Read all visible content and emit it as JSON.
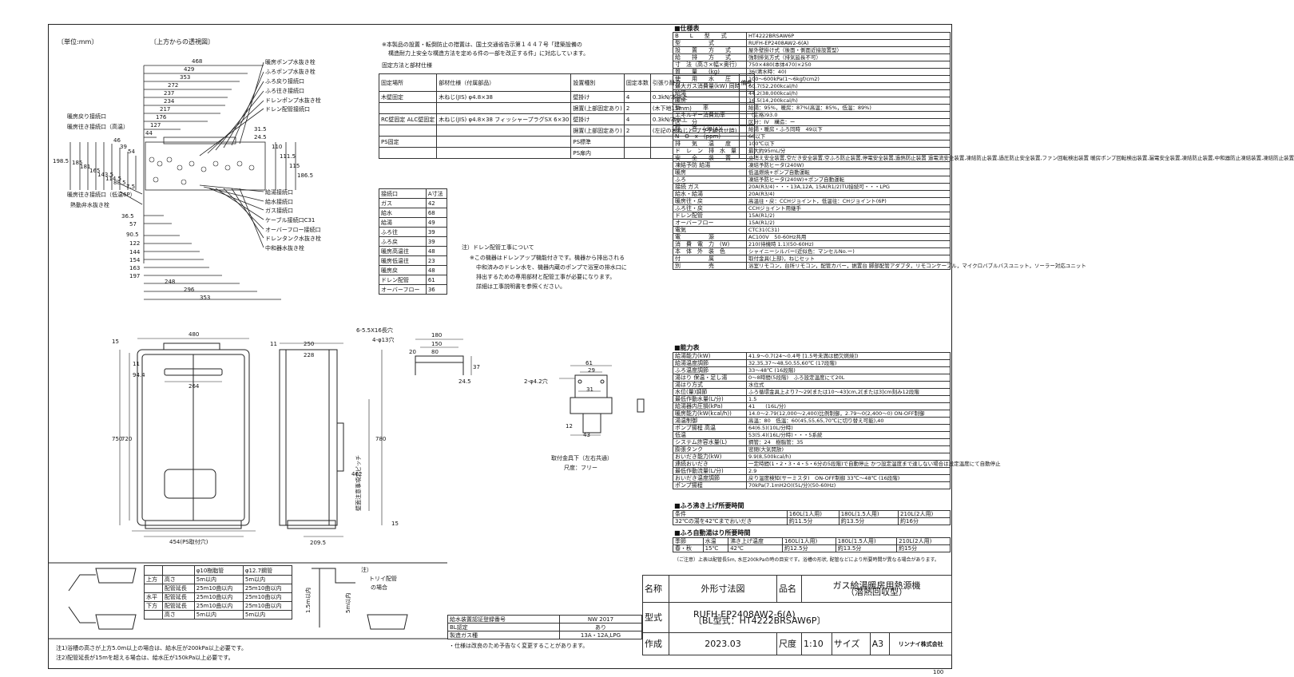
{
  "header": {
    "unit": "〔単位:mm〕",
    "view_caption": "〔上方からの透視図〕"
  },
  "top_view": {
    "width_dims": [
      "468",
      "429",
      "353",
      "272",
      "237",
      "234",
      "217",
      "176",
      "127",
      "44"
    ],
    "right_labels": [
      "暖房ポンプ水抜き栓",
      "ふろポンプ水抜き栓",
      "ふろ戻り接続口",
      "ふろ往き接続口",
      "ドレンポンプ水抜き栓",
      "ドレン配管接続口"
    ],
    "left_labels": [
      "暖房戻り接続口",
      "暖房往き接続口（高温）"
    ],
    "small_dims": [
      "46",
      "39",
      "54"
    ],
    "height_dims": [
      "31.5",
      "24.5",
      "110",
      "111.5",
      "115",
      "186.5",
      "198.5",
      "185",
      "181",
      "165",
      "143.5",
      "114.5",
      "88.5",
      "7.5"
    ],
    "bottom_left_labels": [
      "暖房往き接続口（低温6P）",
      "熱動弁水抜き栓"
    ],
    "bottom_right_labels": [
      "給湯接続口",
      "給水接続口",
      "ガス接続口",
      "ケーブル接続口C31",
      "オーバーフロー接続口",
      "ドレンタンク水抜き栓",
      "中和器水抜き栓"
    ],
    "bottom_dims": [
      "36.5",
      "57",
      "90.5",
      "122",
      "144",
      "154",
      "163",
      "197",
      "248",
      "296",
      "353"
    ]
  },
  "install_note": {
    "text1": "※本製品の設置・転倒防止の措置は、国土交通省告示第１４４７号「建築設備の",
    "text2": "構造耐力上安全な構造方法を定める件の一部を改正する件」に対応しています。",
    "heading": "固定方法と部材仕様",
    "headers": [
      "固定場所",
      "部材仕様（付属部品）",
      "設置種別",
      "固定本数",
      "引張り耐力",
      "備考"
    ],
    "rows": [
      [
        "木壁固定",
        "木ねじ(JIS) φ4.8×38",
        "壁掛け",
        "4",
        "0.3kN/本以上",
        ""
      ],
      [
        "",
        "",
        "据置(上部固定あり)",
        "2",
        "(木下地15mm)",
        ""
      ],
      [
        "RC壁固定 ALC壁固定",
        "木ねじ(JIS) φ4.8×38 フィッシャープラグSX 6×30",
        "壁掛け",
        "4",
        "0.3kN/本以上",
        ""
      ],
      [
        "",
        "",
        "据置(上部固定あり)",
        "2",
        "(左記の木ねじと プラグ組合せ時)",
        ""
      ],
      [
        "PS固定",
        "",
        "PS標準",
        "",
        "",
        ""
      ],
      [
        "",
        "",
        "PS扉内",
        "",
        "",
        ""
      ]
    ]
  },
  "connection_table": {
    "headers": [
      "接続口",
      "A寸法"
    ],
    "rows": [
      [
        "ガス",
        "42"
      ],
      [
        "給水",
        "68"
      ],
      [
        "給湯",
        "49"
      ],
      [
        "ふろ往",
        "39"
      ],
      [
        "ふろ戻",
        "39"
      ],
      [
        "暖房高温往",
        "48"
      ],
      [
        "暖房低温往",
        "23"
      ],
      [
        "暖房戻",
        "48"
      ],
      [
        "ドレン配管",
        "61"
      ],
      [
        "オーバーフロー",
        "36"
      ]
    ]
  },
  "drain_note": {
    "title": "注）ドレン配管工事について",
    "lines": [
      "※この機器はドレンアップ機能付きです。機器から排出される",
      "中和済みのドレン水を、機器内蔵のポンプで浴室の排水口に",
      "排出するための専用部材と配管工事が必要になります。",
      "詳細は工事説明書を参照ください。"
    ]
  },
  "front_view": {
    "dims": [
      "480",
      "15",
      "11",
      "94.4",
      "264",
      "750",
      "720",
      "454(PS取付穴)"
    ]
  },
  "side_view": {
    "dims": [
      "11",
      "250",
      "228",
      "780",
      "462",
      "209.5",
      "15"
    ],
    "vertical_label": "壁面注意事項穴ピッチ"
  },
  "bracket_top": {
    "dims": [
      "6-5.5X16長穴",
      "4-φ13穴",
      "180",
      "150",
      "80",
      "20",
      "37",
      "24.5"
    ]
  },
  "bracket_detail": {
    "dims": [
      "2-φ4.2穴",
      "61",
      "29",
      "31",
      "43",
      "12"
    ],
    "caption": "取付金具下（左右共通）",
    "caption2": "尺度：フリー"
  },
  "pipe_table": {
    "headers": [
      "",
      "",
      "φ10樹脂管",
      "φ12.7鋼管"
    ],
    "rows": [
      [
        "上方",
        "高さ",
        "5m以内",
        "5m以内"
      ],
      [
        "",
        "配管延長",
        "25m10曲以内",
        "25m10曲以内"
      ],
      [
        "水平",
        "配管延長",
        "25m10曲以内",
        "25m10曲以内"
      ],
      [
        "下方",
        "配管延長",
        "25m10曲以内",
        "25m10曲以内"
      ],
      [
        "",
        "高さ",
        "5m以内",
        "5m以内"
      ]
    ],
    "note_caption1": "注）",
    "note_caption2": "トリイ配管",
    "note_caption3": "の場合",
    "side_dims": [
      "1.5m以内",
      "5m以内"
    ],
    "footnotes": [
      "注1)浴槽の高さが上方5.0m以上の場合は、給水圧が200kPa以上必要です。",
      "注2)配管延長が15mを超える場合は、給水圧が150kPa以上必要です。"
    ]
  },
  "cert_table": {
    "rows": [
      [
        "給水装置認証登録番号",
        "NW 2017"
      ],
      [
        "BL認定",
        "あり"
      ],
      [
        "製造ガス種",
        "13A・12A,LPG"
      ]
    ],
    "note": "・仕様は改良のため予告なく変更することがあります。"
  },
  "spec": {
    "title": "■仕様表",
    "rows": [
      [
        "B　　L　　型　　式",
        "HT4222BRSAW6P"
      ],
      [
        "型　　　　　式",
        "RUFH-EP2408AW2-6(A)"
      ],
      [
        "設　　置　　方　　式",
        "屋外壁掛け式（後面・側面近接設置型）"
      ],
      [
        "給　　排　　方　　式",
        "強制排気方式（排気延長不可）"
      ],
      [
        "寸　法（高さ×幅×奥行）",
        "750×480(本体470)×250"
      ],
      [
        "質　　量　　(kg)",
        "36(満水時：40)"
      ],
      [
        "使　　用　　水　　圧",
        "100〜600kPa(1〜6kgf/cm2)"
      ],
      [
        "最大ガス消費量(kW) 同時",
        "60.7(52,200kcal/h)"
      ],
      [
        "給湯",
        "44.2(38,000kcal/h)"
      ],
      [
        "暖房",
        "16.5(14,200kcal/h)"
      ],
      [
        "効　　　　率",
        "給湯：95%，暖房：87%(高温：85%，低温：89%)"
      ],
      [
        "エネルギー消費効率",
        "（定格)93.0"
      ],
      [
        "区　　分",
        "区分：IV　構造：ー"
      ],
      [
        "騒　　音　(dB(A))",
        "給湯・暖房・ふろ同時　49以下"
      ],
      [
        "N　O　x　(ppm)",
        "60以下"
      ],
      [
        "排　　気　　温　　度",
        "100℃以下"
      ],
      [
        "ド　レ　ン　排　水　量",
        "最大約95mL/分"
      ],
      [
        "安　　全　　装　　置",
        "立消え安全装置,空だき安全装置,空ふろ防止装置,停電安全装置,過熱防止装置 過電流安全装置,凍結防止装置,過圧防止安全装置,ファン回転検出装置 暖房ポンプ回転検出装置,漏電安全装置,凍結防止装置,中和器防止凍結装置,凍結防止装置"
      ],
      [
        "凍結予防 給湯",
        "凍結予防ヒータ(240W)"
      ],
      [
        "暖房",
        "低温燃焼+ポンプ自動運転"
      ],
      [
        "ふろ",
        "凍結予防ヒータ(240W)+ポンプ自動運転"
      ],
      [
        "接続 ガス",
        "20A(R3/4)・・・13A,12A, 15A(R1/2)TU接続可・・・LPG"
      ],
      [
        "給水・給湯",
        "20A(R3/4)"
      ],
      [
        "暖房往・戻",
        "高温往・戻：CCHジョイント，低温往：CHジョイント(6P)"
      ],
      [
        "ふろ往・戻",
        "CCHジョイント用継手"
      ],
      [
        "ドレン配管",
        "15A(R1/2)"
      ],
      [
        "オーバーフロー",
        "15A(R1/2)"
      ],
      [
        "電気",
        "CTC31(C31)"
      ],
      [
        "電　　　　　源",
        "AC100V　50-60Hz共用"
      ],
      [
        "消　費　電　力　(W)",
        "210(待機時 1.1)(50-60Hz)"
      ],
      [
        "本　体　外　装　色",
        "シャイニーシルバー(近似色：マンセルNo.ー)"
      ],
      [
        "付　　　　　属",
        "取付金具(上部)，ねじセット"
      ],
      [
        "別　　　　　売",
        "浴室リモコン，台所リモコン，配管カバー，据置台 脚部配管アダプタ，リモコンケーブル，マイクロバブルバスユニット，ソーラー対応ユニット"
      ]
    ]
  },
  "capacity": {
    "title": "■能力表",
    "rows": [
      [
        "給湯能力(kW)",
        "41.9〜0.7(24〜0.4号 [1.5号未満は間欠燃焼])"
      ],
      [
        "給湯温度調節",
        "32,35,37〜48,50,55,60℃ (17段階)"
      ],
      [
        "ふろ温度調節",
        "33〜48℃ (16段階)"
      ],
      [
        "湯はり 保温・足し湯",
        "0〜8時間(5段階)　ふろ設定温度にて20L"
      ],
      [
        "湯はり方式",
        "水位式"
      ],
      [
        "水位(量)調節",
        "ふろ循環金具上より7〜29[または10〜43]cm,2[または3]cm刻み12段階"
      ],
      [
        "最低作動水量(L/分)",
        "1.5"
      ],
      [
        "給湯器内圧損(kPa)",
        "41　　(16L/分)"
      ],
      [
        "暖房能力(kW(kcal/h))",
        "14.0〜2.79(12,000〜2,400)比例制御，2.79〜0(2,400〜0) ON-OFF制御"
      ],
      [
        "湯温制御",
        "高温：80　低温：60(45,55,65,70℃に切り替え可能),40"
      ],
      [
        "ポンプ揚程 高温",
        "64(6.5)(10L/分時)"
      ],
      [
        "低温",
        "53(5.4)(16L/分時)・・・5系統"
      ],
      [
        "システム許容水量(L)",
        "鋼管：24　樹脂管：35"
      ],
      [
        "膨張タンク",
        "密閉(大気開放)"
      ],
      [
        "おいだき能力(kW)",
        "9.9(8,500kcal/h)"
      ],
      [
        "連続おいだき",
        "一定時間(1・2・3・4・5・6分の5段階)で自動停止 かつ設定温度まで達しない場合は設定温度にて自動停止"
      ],
      [
        "最低作動流量(L/分)",
        "2.9"
      ],
      [
        "おいだき温度調節",
        "戻り温度検知(サーミスタ)　ON-OFF制御 33℃〜48℃ (16段階)"
      ],
      [
        "ポンプ揚程",
        "70kPa(7.1mH2O)(5L/分)(50-60Hz)"
      ]
    ]
  },
  "bath_fill": {
    "title": "■ふろ沸き上げ所要時間",
    "headers": [
      "条件",
      "160L(1人用)",
      "180L(1.5人用)",
      "210L(2人用)"
    ],
    "row": [
      "32℃の湯を42℃までおいだき",
      "約11.5分",
      "約13.5分",
      "約16分"
    ]
  },
  "auto_fill": {
    "title": "■ふろ自動湯はり所要時間",
    "headers": [
      "季節",
      "水温",
      "沸き上げ温度",
      "160L(1人用)",
      "180L(1.5人用)",
      "210L(2人用)"
    ],
    "row": [
      "春・秋",
      "15℃",
      "42℃",
      "約12.5分",
      "約13.5分",
      "約15分"
    ],
    "note": "（ご注意）上表は配管長5m, 水圧200kPaの時の目安です。浴槽の形状, 配管などにより所要時間が異なる場合があります。"
  },
  "title_block": {
    "name_label": "名称",
    "name_value": "外形寸法図",
    "product_label": "品名",
    "product_value1": "ガス給湯暖房用熱源機",
    "product_value2": "（潜熱回収型）",
    "model_label": "型式",
    "model_value1": "RUFH-EP2408AW2-6(A)",
    "model_value2": "〔BL型式：HT4222BRSAW6P〕",
    "made_label": "作成",
    "made_value": "2023.03",
    "scale_label": "尺度",
    "scale_value": "1:10",
    "size_label": "サイズ",
    "size_value": "A3",
    "company": "リンナイ株式会社",
    "page_no": "100"
  },
  "colors": {
    "line": "#222222",
    "paper": "#ffffff"
  }
}
